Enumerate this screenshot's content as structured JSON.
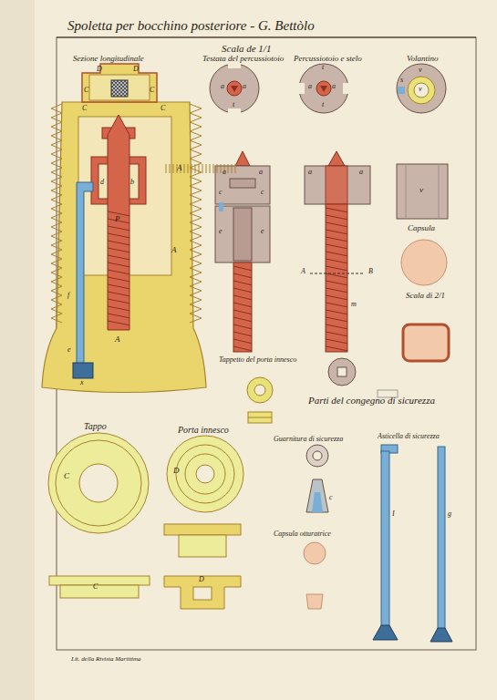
{
  "diagram": {
    "title": "Spoletta per bocchino posteriore - G. Bettòlo",
    "labels": [
      "Scala de 1/1",
      "Sezione longitudinale",
      "Testata del percussiotoio",
      "Percussiotoio e stelo",
      "Volantino",
      "Capsula",
      "Scala di 2/1",
      "Tappetto del porta innesco",
      "Parti del congegno di sicurezza",
      "Tappo",
      "Porta innesco",
      "Guarnitura di sicurezza",
      "Asticella di sicurezza",
      "Capsula otturatrice",
      "Lit. della Rivista Marittima",
      "D",
      "D",
      "C",
      "C",
      "C",
      "C",
      "A",
      "P",
      "d",
      "b",
      "A",
      "A",
      "f",
      "e",
      "x",
      "a",
      "a",
      "t",
      "a",
      "a",
      "t",
      "t",
      "v",
      "s",
      "v",
      "a",
      "a",
      "c",
      "c",
      "e",
      "e",
      "a",
      "a",
      "A",
      "B",
      "m",
      "v",
      "C",
      "C",
      "D",
      "D",
      "c",
      "I",
      "g"
    ]
  }
}
